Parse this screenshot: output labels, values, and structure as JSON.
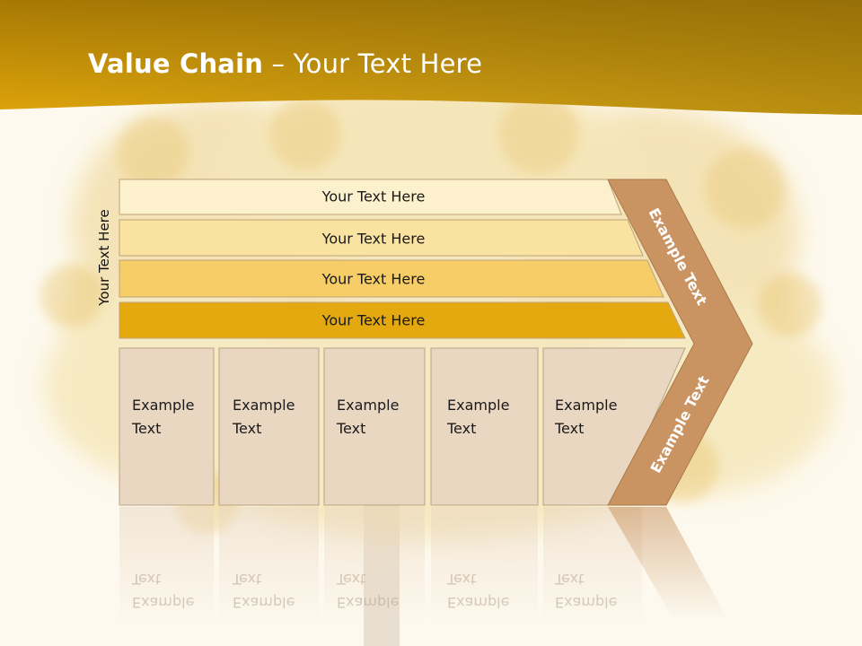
{
  "title": {
    "bold": "Value Chain",
    "regular": " – Your Text Here"
  },
  "side_label": "Your Text Here",
  "bars": [
    {
      "label": "Your Text Here",
      "color": "#fdf0cc"
    },
    {
      "label": "Your Text Here",
      "color": "#fae2a0"
    },
    {
      "label": "Your Text Here",
      "color": "#f6cd66"
    },
    {
      "label": "Your Text Here",
      "color": "#e4a90e"
    }
  ],
  "boxes": [
    {
      "line1": "Example",
      "line2": "Text"
    },
    {
      "line1": "Example",
      "line2": "Text"
    },
    {
      "line1": "Example",
      "line2": "Text"
    },
    {
      "line1": "Example",
      "line2": "Text"
    },
    {
      "line1": "Example",
      "line2": "Text"
    }
  ],
  "chevron": {
    "upper": "Example Text",
    "lower": "Example Text",
    "color": "#c99461"
  },
  "colors": {
    "header_gold": "#d9a20c",
    "header_dark": "#8a6200",
    "box_fill": "#ead7c2",
    "background": "#fdf9ee"
  }
}
